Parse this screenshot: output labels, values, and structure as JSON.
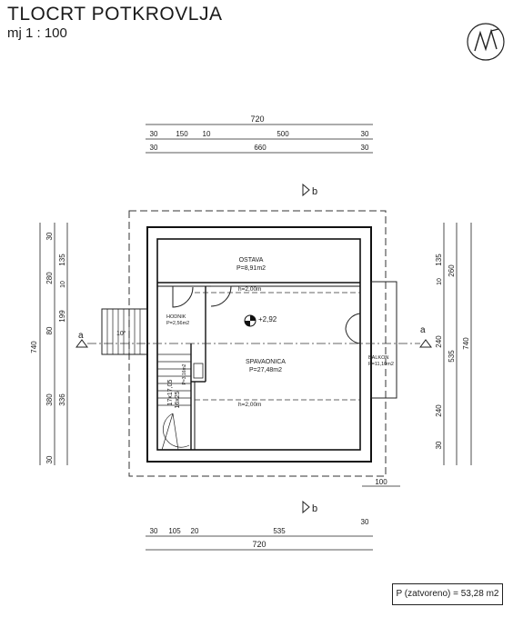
{
  "title": "TLOCRT POTKROVLJA",
  "scale": "mj 1 : 100",
  "north_symbol": "north-arrow-icon",
  "rooms": {
    "ostava": {
      "name": "OSTAVA",
      "area": "P=8,91m2"
    },
    "hodnik": {
      "name": "HODNIK",
      "area": "P=2,56m2"
    },
    "spavaonica": {
      "name": "SPAVAONICA",
      "area": "P=27,48m2"
    },
    "balkon": {
      "name": "BALKON",
      "area": "P=11,10m2"
    },
    "stair_area": "P=3,16m2"
  },
  "heights": {
    "top": "h=2,00m",
    "bottom": "h=2,00m"
  },
  "level": "+2,92",
  "roof_slope": "10°",
  "stairs": {
    "label": "17x17,05",
    "label2": "16x25"
  },
  "section_marks": {
    "a": "a",
    "b": "b"
  },
  "dims": {
    "top_total": "720",
    "top_parts": [
      "30",
      "150",
      "10",
      "500",
      "30"
    ],
    "top_inner": [
      "30",
      "660",
      "30"
    ],
    "bottom_parts": [
      "30",
      "105",
      "20",
      "535",
      "30"
    ],
    "bottom_total": "720",
    "balcony_width": "100",
    "left_total": "740",
    "left_col1": [
      "30",
      "280",
      "80",
      "380",
      "30"
    ],
    "left_col2": [
      "135",
      "10",
      "199",
      "336"
    ],
    "right_total": "740",
    "right_col1": [
      "135",
      "10",
      "240",
      "240",
      "30"
    ],
    "right_col2": [
      "260",
      "535"
    ]
  },
  "area_total": "P (zatvoreno) = 53,28 m2"
}
